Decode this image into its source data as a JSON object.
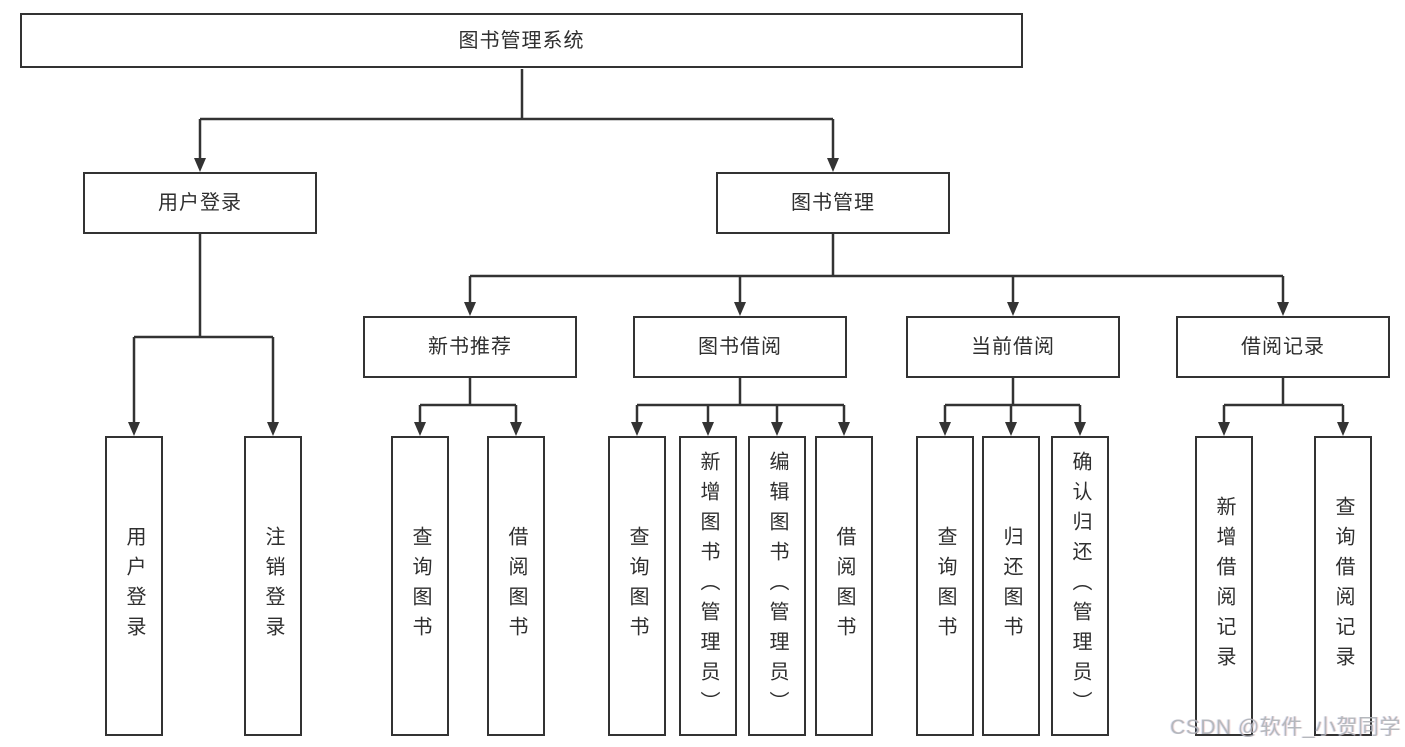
{
  "diagram": {
    "root": {
      "label": "图书管理系统"
    },
    "branches": {
      "user_login": {
        "label": "用户登录",
        "children": {
          "login": "用户登录",
          "logout": "注销登录"
        }
      },
      "book_mgmt": {
        "label": "图书管理",
        "children": {
          "new_book": {
            "label": "新书推荐",
            "children": {
              "query": "查询图书",
              "borrow": "借阅图书"
            }
          },
          "book_borrow": {
            "label": "图书借阅",
            "children": {
              "query": "查询图书",
              "add": "新增图书（管理员）",
              "edit": "编辑图书（管理员）",
              "borrow": "借阅图书"
            }
          },
          "current_borrow": {
            "label": "当前借阅",
            "children": {
              "query": "查询图书",
              "return": "归还图书",
              "confirm": "确认归还（管理员）"
            }
          },
          "borrow_record": {
            "label": "借阅记录",
            "children": {
              "add_record": "新增借阅记录",
              "query_record": "查询借阅记录"
            }
          }
        }
      }
    }
  },
  "watermark": "CSDN @软件_小贺同学",
  "colors": {
    "line": "#333333",
    "box_border": "#333333",
    "text": "#2f2f2f",
    "watermark": "#aeb1b6",
    "background": "#ffffff"
  }
}
